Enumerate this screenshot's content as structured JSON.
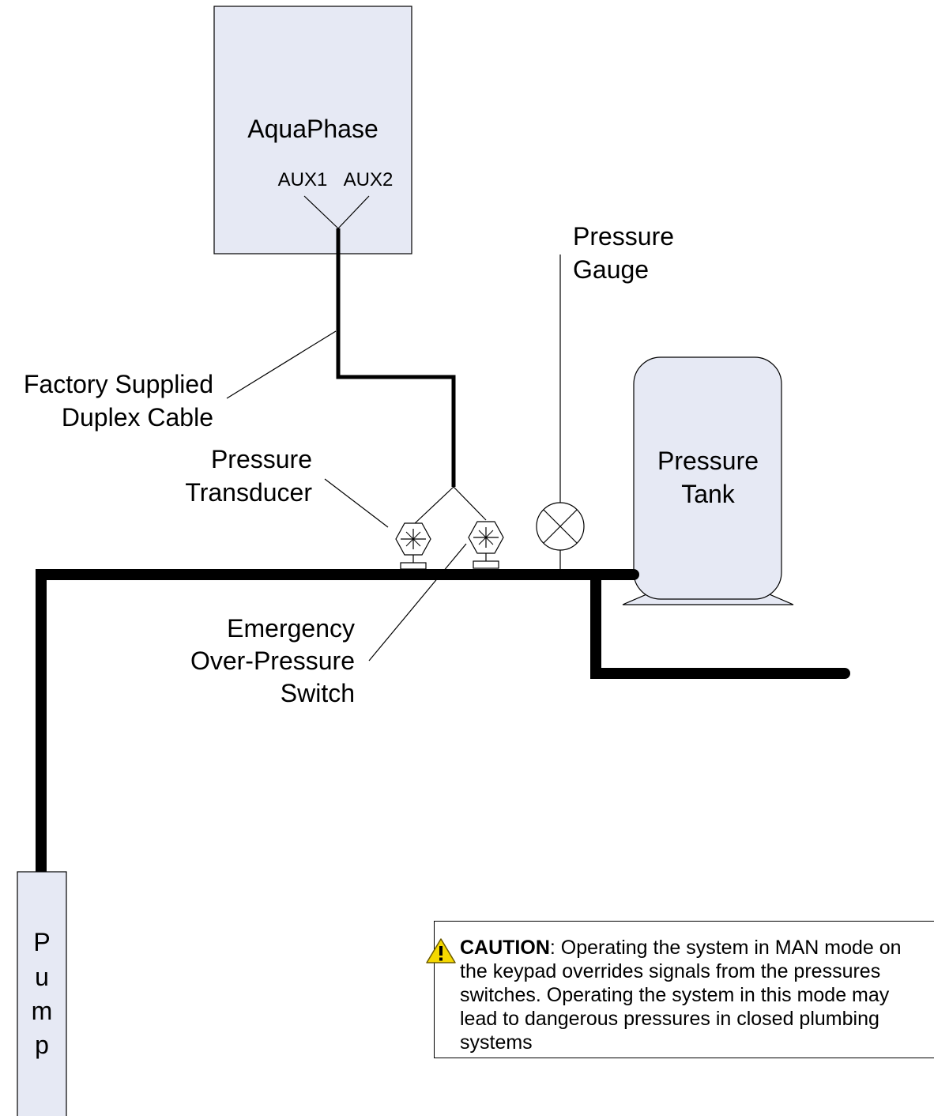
{
  "labels": {
    "aquaphase": "AquaPhase",
    "aux1": "AUX1",
    "aux2": "AUX2",
    "pressure_gauge_line1": "Pressure",
    "pressure_gauge_line2": "Gauge",
    "cable_line1": "Factory Supplied",
    "cable_line2": "Duplex Cable",
    "transducer_line1": "Pressure",
    "transducer_line2": "Transducer",
    "tank_line1": "Pressure",
    "tank_line2": "Tank",
    "switch_line1": "Emergency",
    "switch_line2": "Over-Pressure",
    "switch_line3": "Switch",
    "pump_p": "P",
    "pump_u": "u",
    "pump_m": "m",
    "pump_p2": "p"
  },
  "caution": {
    "heading": "CAUTION",
    "text": ": Operating the system in MAN mode on the keypad overrides signals from the pressures switches.  Operating the system in this mode may lead to dangerous pressures in closed plumbing systems"
  },
  "colors": {
    "box_fill": "#e6e9f4",
    "warning_yellow": "#f5d800",
    "line": "#000000"
  },
  "icons": [
    "warning-icon",
    "pressure-gauge-icon",
    "transducer-icon",
    "switch-icon"
  ]
}
